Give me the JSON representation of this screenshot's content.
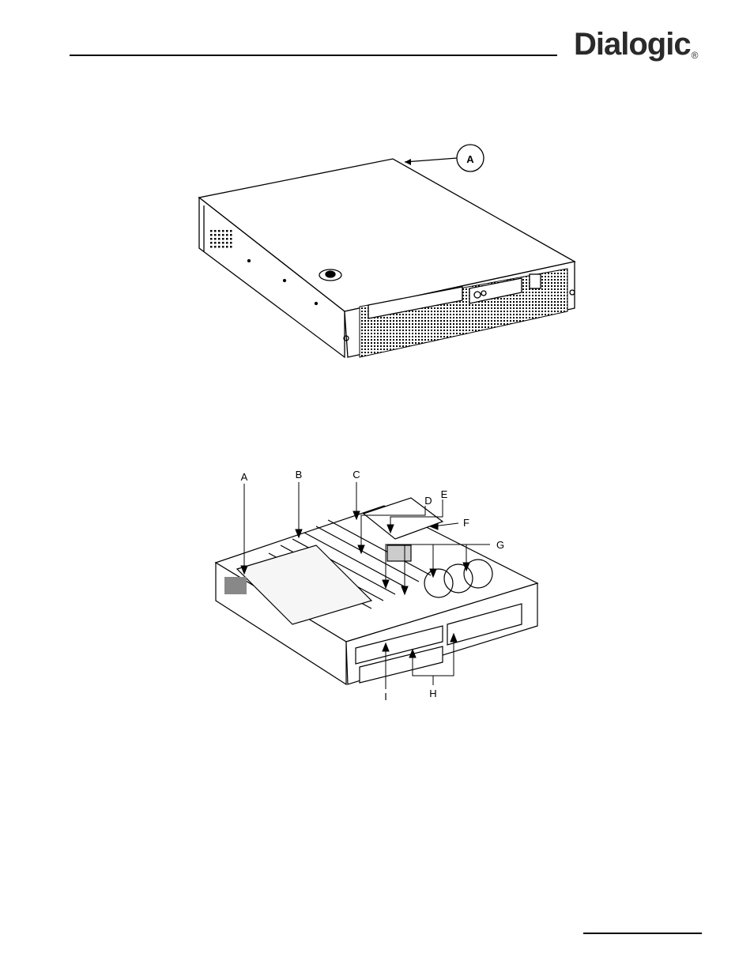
{
  "header": {
    "logo_text": "Dialogic",
    "logo_mark": "®"
  },
  "figure1": {
    "callout": "A"
  },
  "figure2": {
    "labels": [
      "A",
      "B",
      "C",
      "D",
      "E",
      "F",
      "G",
      "H",
      "I"
    ]
  }
}
